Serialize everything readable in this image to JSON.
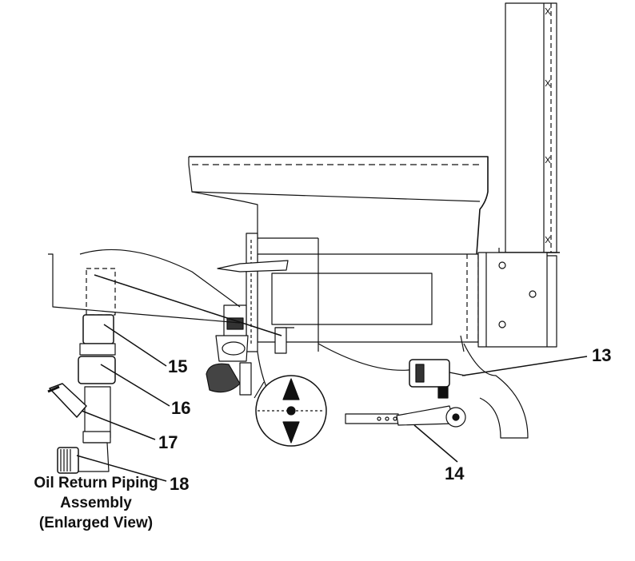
{
  "diagram": {
    "callouts": [
      "13",
      "14",
      "15",
      "16",
      "17",
      "18"
    ],
    "caption": [
      "Oil Return Piping",
      "Assembly",
      "(Enlarged View)"
    ]
  }
}
